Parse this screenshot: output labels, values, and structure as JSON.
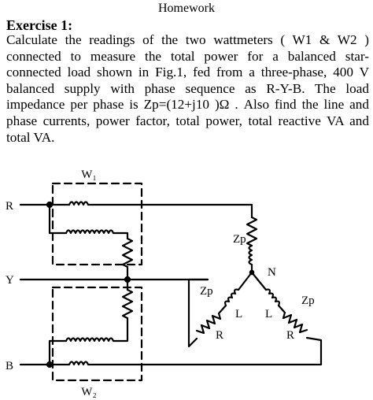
{
  "document": {
    "header": "Homework",
    "exercise_title": "Exercise 1:",
    "lines": [
      "Calculate the readings of the two wattmeters (  W1 & W2 )",
      "connected to measure the  total power for a balanced  star-",
      "connected load shown in Fig.1, fed from a three-phase, 400 V",
      "balanced supply with phase sequence as R-Y-B. The load",
      "impedance per phase is Zp=(12+j10 )Ω . Also find the line and",
      "phase currents, power factor, total power, total reactive VA and",
      "total VA."
    ]
  },
  "figure": {
    "wattmeter_top": "W₁",
    "wattmeter_bottom": "W₂",
    "line_r": "R",
    "line_y": "Y",
    "line_b": "B",
    "impedance_top": "Zp",
    "impedance_left": "Zp",
    "impedance_right": "Zp",
    "neutral": "N",
    "inductor_left": "L",
    "inductor_right": "L",
    "resistor_left": "R",
    "resistor_right": "R"
  }
}
